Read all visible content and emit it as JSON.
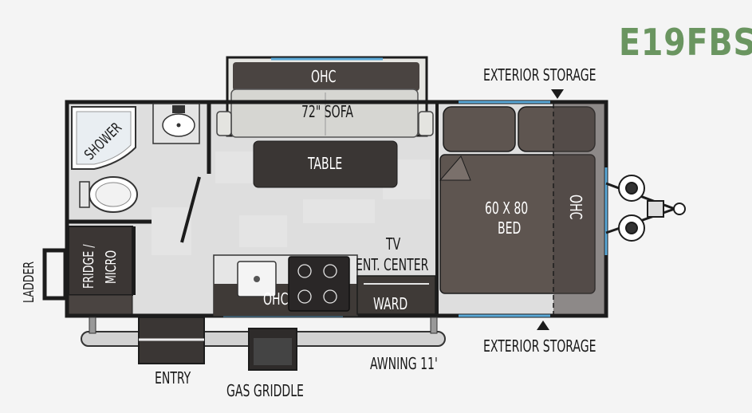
{
  "model": "E19FBS",
  "labels": {
    "ohc_top": "OHC",
    "sofa": "72\" SOFA",
    "table": "TABLE",
    "bed_line1": "60 X 80",
    "bed_line2": "BED",
    "ohc_bed": "OHC",
    "shower": "SHOWER",
    "fridge_line1": "FRIDGE /",
    "fridge_line2": "MICRO",
    "ladder": "LADDER",
    "tv_line1": "TV",
    "tv_line2": "ENT. CENTER",
    "ohc_galley": "OHC",
    "ward": "WARD",
    "exterior_storage_top": "EXTERIOR STORAGE",
    "exterior_storage_bottom": "EXTERIOR STORAGE",
    "entry": "ENTRY",
    "gas_griddle": "GAS GRIDDLE",
    "awning": "AWNING 11'"
  },
  "colors": {
    "title": "#6a9560",
    "wall": "#1c1c1c",
    "floor": "#dcdcdc",
    "dark_cabinet": "#3f3a37",
    "bed": "#5e5550",
    "sofa": "#d8d8d4",
    "window": "#5aa9d8"
  }
}
